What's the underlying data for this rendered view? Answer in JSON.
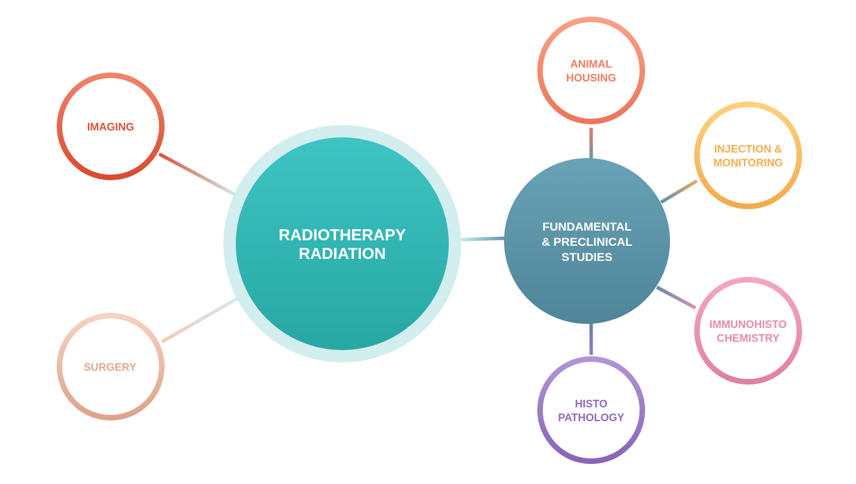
{
  "diagram": {
    "center": {
      "line1": "RADIOTHERAPY",
      "line2": "RADIATION",
      "color": "#32b5b3"
    },
    "hub": {
      "line1": "FUNDAMENTAL",
      "line2": "& PRECLINICAL",
      "line3": "STUDIES",
      "color": "#5b93a8"
    },
    "left_nodes": [
      {
        "line1": "IMAGING",
        "color": "#e0563a"
      },
      {
        "line1": "SURGERY",
        "color": "#e6ab94"
      }
    ],
    "right_nodes": [
      {
        "line1": "ANIMAL",
        "line2": "HOUSING",
        "color": "#f07d62"
      },
      {
        "line1": "INJECTION &",
        "line2": "MONITORING",
        "color": "#f6b257"
      },
      {
        "line1": "IMMUNOHISTO",
        "line2": "CHEMISTRY",
        "color": "#e68aac"
      },
      {
        "line1": "HISTO",
        "line2": "PATHOLOGY",
        "color": "#8e6bbd"
      }
    ]
  }
}
